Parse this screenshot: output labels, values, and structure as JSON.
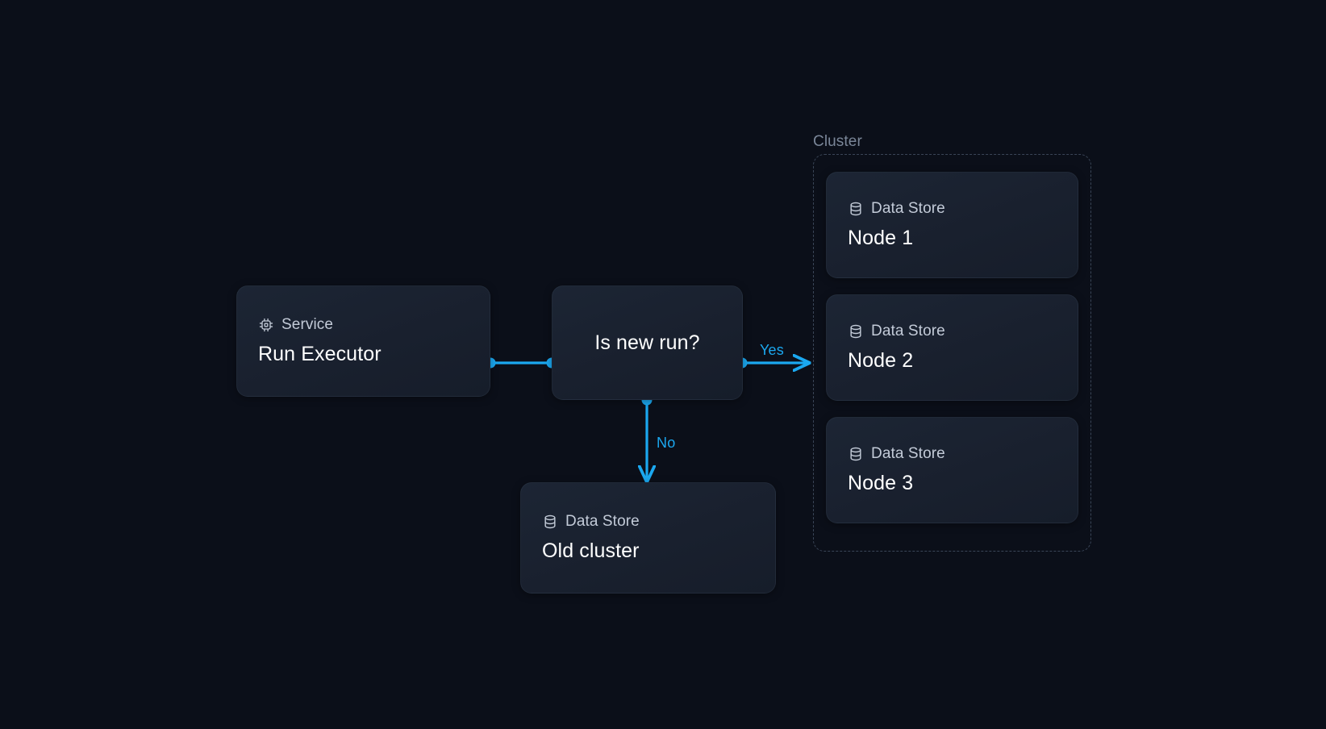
{
  "theme": {
    "background": "#0b0f19",
    "node_fill": "#1a2231",
    "node_border": "rgba(120,140,170,0.09)",
    "accent": "#1BA8F0",
    "cluster_border": "#3a4557",
    "kicker_text": "#c3cbd8",
    "title_text": "#ffffff",
    "cluster_label_text": "#7a8698"
  },
  "diagram": {
    "nodes": [
      {
        "id": "run-executor",
        "kicker": "Service",
        "icon": "cpu-chip-icon",
        "title": "Run Executor"
      },
      {
        "id": "is-new-run",
        "label": "Is new run?",
        "shape": "decision"
      },
      {
        "id": "old-cluster",
        "kicker": "Data Store",
        "icon": "database-icon",
        "title": "Old cluster"
      }
    ],
    "cluster": {
      "id": "cluster-group",
      "label": "Cluster",
      "nodes": [
        {
          "id": "node-1",
          "kicker": "Data Store",
          "icon": "database-icon",
          "title": "Node 1"
        },
        {
          "id": "node-2",
          "kicker": "Data Store",
          "icon": "database-icon",
          "title": "Node 2"
        },
        {
          "id": "node-3",
          "kicker": "Data Store",
          "icon": "database-icon",
          "title": "Node 3"
        }
      ]
    },
    "edges": [
      {
        "id": "executor-to-decision",
        "from": "run-executor",
        "to": "is-new-run",
        "label": ""
      },
      {
        "id": "decision-to-cluster",
        "from": "is-new-run",
        "to": "cluster-group",
        "label": "Yes"
      },
      {
        "id": "decision-to-old-cluster",
        "from": "is-new-run",
        "to": "old-cluster",
        "label": "No"
      }
    ]
  }
}
